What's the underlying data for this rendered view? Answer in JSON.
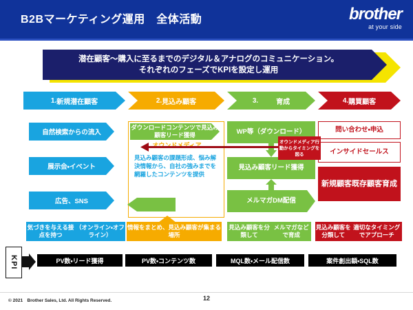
{
  "header": {
    "title": "B2Bマーケティング運用　全体活動",
    "logo_word": "brother",
    "logo_tagline": "at your side"
  },
  "banner": {
    "line1": "潜在顧客～購入に至るまでのデジタル＆アナログのコミュニケーション。",
    "line2": "それぞれのフェーズでKPIを設定し運用"
  },
  "phases": [
    {
      "num": "1.",
      "label": "新規潜在顧客",
      "color": "#19a4e0"
    },
    {
      "num": "2.",
      "label": "見込み顧客",
      "color": "#f6ab00"
    },
    {
      "num": "3.",
      "label": "育成",
      "color": "#79c143"
    },
    {
      "num": "4.",
      "label": "購買顧客",
      "color": "#c1121c"
    }
  ],
  "column1": {
    "boxes": [
      {
        "label": "自然検索からの流入"
      },
      {
        "label": "展示会・イベント"
      },
      {
        "label": "広告、SNS"
      }
    ]
  },
  "column2": {
    "green_box": "ダウンロードコンテンツで見込み顧客リード獲得",
    "owned_label": "オウンドメディア",
    "description": "見込み顧客の課題形成、悩み解決情報から、自社の強みまでを網羅したコンテンツを提供"
  },
  "column3": {
    "boxes": [
      {
        "label": "WP等\n（ダウンロード）"
      },
      {
        "label": "見込み顧客\nリード獲得"
      },
      {
        "label": "メルマガ\nDM配信"
      }
    ]
  },
  "column4": {
    "boxes": [
      {
        "label": "問い合わせ・申込",
        "style": "outline"
      },
      {
        "label": "インサイドセールス",
        "style": "outline"
      },
      {
        "label": "新規顧客\n既存顧客育成",
        "style": "solid"
      }
    ]
  },
  "callout": {
    "text": "オウンドメディア行動からタイミングを図る"
  },
  "lower_banners": [
    {
      "label": "気づきを与える接点を持つ\n（オンライン・オフライン）",
      "color": "#19a4e0"
    },
    {
      "label": "情報をまとめ、見込み顧客が集まる場所",
      "color": "#f6ab00"
    },
    {
      "label": "見込み顧客を分類して\nメルマガなどで育成",
      "color": "#79c143"
    },
    {
      "label": "見込み顧客を分類して\n適切なタイミングでアプローチ",
      "color": "#c1121c"
    }
  ],
  "kpi": {
    "tag": "KPI",
    "bars": [
      {
        "label": "PV数・リード獲得"
      },
      {
        "label": "PV数・コンテンツ数"
      },
      {
        "label": "MQL数・メール配信数"
      },
      {
        "label": "案件創出額・SQL数"
      }
    ]
  },
  "footer": {
    "copyright": "© 2021　Brother Sales, Ltd. All Rights Reserved.",
    "page_number": "12"
  },
  "colors": {
    "brand_navy": "#10339a",
    "banner_navy": "#1b1f6b",
    "banner_yellow": "#f5e400",
    "blue": "#19a4e0",
    "orange": "#f6ab00",
    "green": "#79c143",
    "red": "#c1121c"
  }
}
